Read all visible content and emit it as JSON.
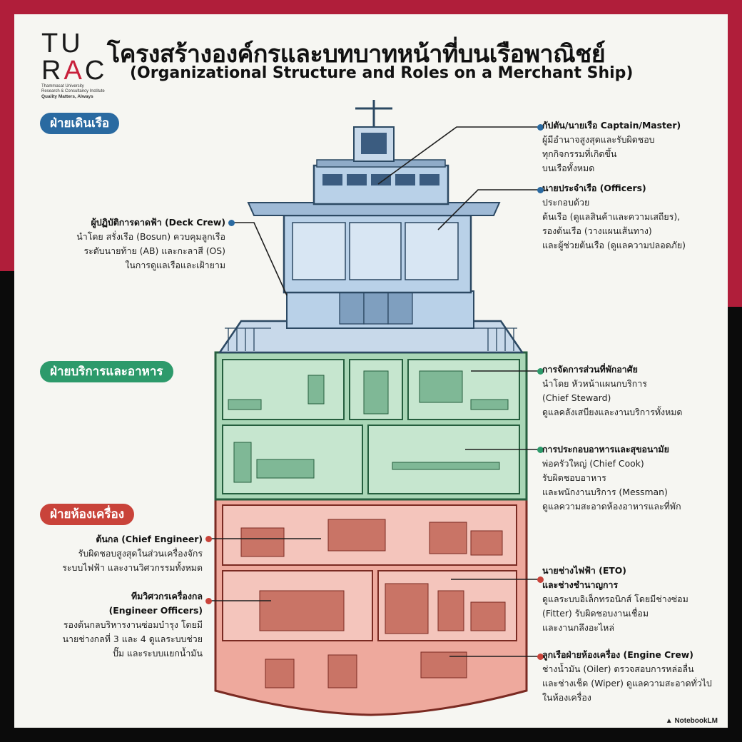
{
  "logo": {
    "line1": "TU",
    "line2_r": "R",
    "line2_a": "A",
    "line2_c": "C",
    "institute_1": "Thammasat University",
    "institute_2": "Research & Consultancy Institute",
    "tagline": "Quality Matters, Always"
  },
  "title": {
    "thai": "โครงสร้างองค์กรและบทบาทหน้าที่บนเรือพาณิชย์",
    "english": "(Organizational Structure and Roles on a Merchant Ship)"
  },
  "departments": {
    "deck": "ฝ่ายเดินเรือ",
    "service": "ฝ่ายบริการและอาหาร",
    "engine": "ฝ่ายห้องเครื่อง"
  },
  "roles": {
    "captain": {
      "heading": "กัปตัน/นายเรือ Captain/Master)",
      "lines": [
        "ผู้มีอำนาจสูงสุดและรับผิดชอบ",
        "ทุกกิจกรรมที่เกิดขึ้น",
        "บนเรือทั้งหมด"
      ]
    },
    "officers": {
      "heading": "นายประจำเรือ (Officers)",
      "lines": [
        "ประกอบด้วย",
        "ต้นเรือ (ดูแลสินค้าและความเสถียร),",
        "รองต้นเรือ (วางแผนเส้นทาง)",
        "และผู้ช่วยต้นเรือ (ดูแลความปลอดภัย)"
      ]
    },
    "deck_crew": {
      "heading": "ผู้ปฏิบัติการดาดฟ้า (Deck Crew)",
      "lines": [
        "นำโดย สรั่งเรือ (Bosun) ควบคุมลูกเรือ",
        "ระดับนายท้าย (AB) และกะลาสี (OS)",
        "ในการดูแลเรือและเฝ้ายาม"
      ]
    },
    "accommodation": {
      "heading": "การจัดการส่วนที่พักอาศัย",
      "lines": [
        "นำโดย หัวหน้าแผนกบริการ",
        "(Chief Steward)",
        "ดูแลคลังเสบียงและงานบริการทั้งหมด"
      ]
    },
    "catering": {
      "heading": "การประกอบอาหารและสุขอนามัย",
      "lines": [
        "พ่อครัวใหญ่ (Chief Cook)",
        "รับผิดชอบอาหาร",
        "และพนักงานบริการ (Messman)",
        "ดูแลความสะอาดห้องอาหารและที่พัก"
      ]
    },
    "chief_engineer": {
      "heading": "ต้นกล (Chief Engineer)",
      "lines": [
        "รับผิดชอบสูงสุดในส่วนเครื่องจักร",
        "ระบบไฟฟ้า และงานวิศวกรรมทั้งหมด"
      ]
    },
    "engineer_officers": {
      "heading": "ทีมวิศวกรเครื่องกล",
      "heading2": "(Engineer Officers)",
      "lines": [
        "รองต้นกลบริหารงานซ่อมบำรุง โดยมี",
        "นายช่างกลที่ 3 และ 4 ดูแลระบบช่วย",
        "ปั๊ม และระบบแยกน้ำมัน"
      ]
    },
    "eto": {
      "heading": "นายช่างไฟฟ้า (ETO)",
      "heading2": "และช่างชำนาญการ",
      "lines": [
        "ดูแลระบบอิเล็กทรอนิกส์ โดยมีช่างซ่อม",
        "(Fitter) รับผิดชอบงานเชื่อม",
        "และงานกลึงอะไหล่"
      ]
    },
    "engine_crew": {
      "heading": "ลูกเรือฝ่ายห้องเครื่อง (Engine Crew)",
      "lines": [
        "ช่างน้ำมัน (Oiler) ตรวจสอบการหล่อลื่น",
        "และช่างเช็ด (Wiper) ดูแลความสะอาดทั่วไป",
        "ในห้องเครื่อง"
      ]
    }
  },
  "branding": {
    "label": "NotebookLM"
  },
  "colors": {
    "frame": "#b01e3a",
    "deck": "#2a6aa1",
    "service": "#2d9a6b",
    "engine": "#c9433a",
    "hull_blue": "#b9d1e8",
    "hull_green": "#a9d6b6",
    "hull_red": "#eea99d"
  }
}
